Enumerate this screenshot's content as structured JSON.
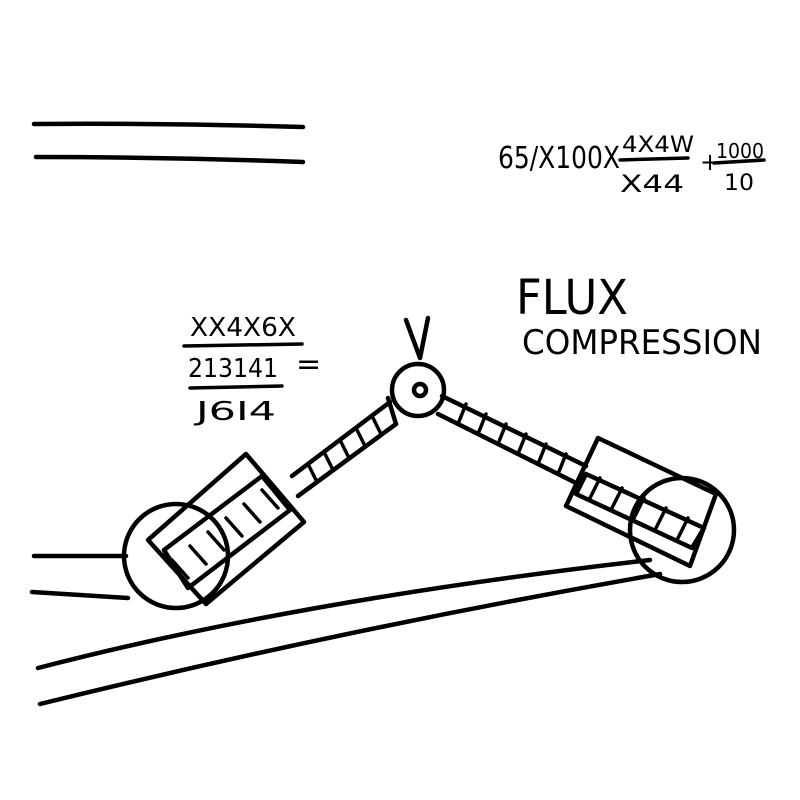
{
  "ink_color": "#000000",
  "background_color": "#ffffff",
  "formula_top": {
    "prefix": "65/X100X",
    "fraction1_numerator": "4X4W",
    "fraction1_denominator": "X44",
    "plus_sign": "+",
    "fraction2_numerator": "1000",
    "fraction2_denominator": "10"
  },
  "formula_left": {
    "line1": "XX4X6X",
    "line2": "213141",
    "line3": "J6I4",
    "equals": "="
  },
  "title": {
    "line1": "FLUX",
    "line2": "COMPRESSION"
  }
}
